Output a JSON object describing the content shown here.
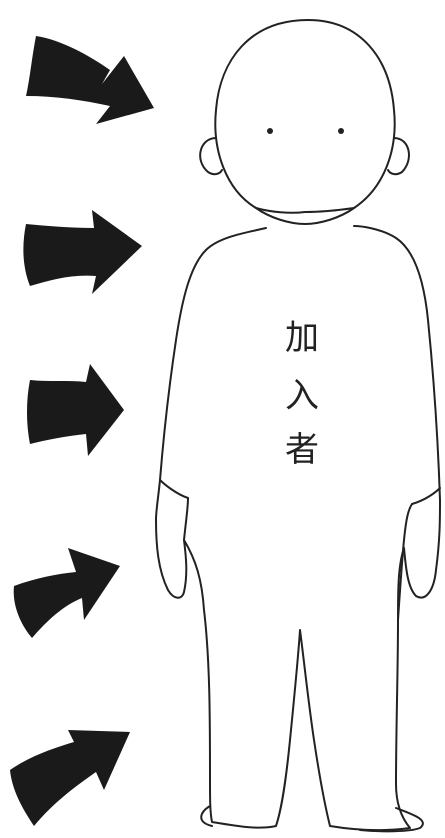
{
  "figure": {
    "label_chars": [
      "加",
      "入",
      "者"
    ],
    "arrow_count": 5
  },
  "colors": {
    "ink": "#1a1a1a",
    "line": "#222222",
    "background": "#ffffff"
  }
}
